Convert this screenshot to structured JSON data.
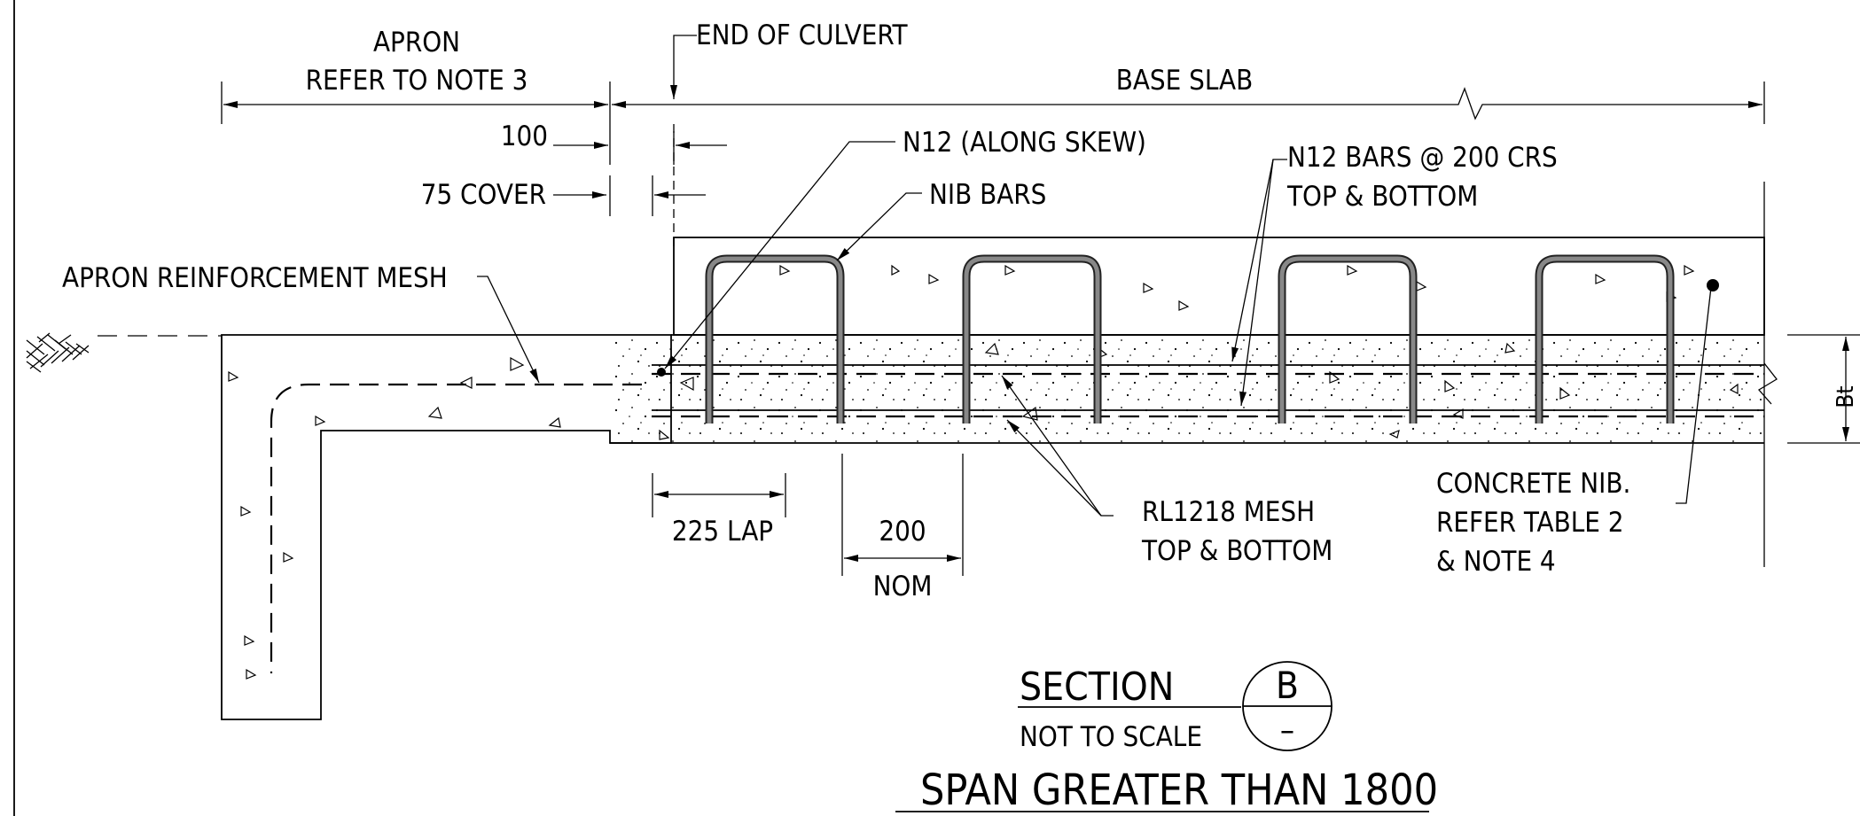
{
  "labels": {
    "apron": "APRON",
    "refer_note3": "REFER TO NOTE 3",
    "end_of_culvert": "END OF CULVERT",
    "base_slab": "BASE SLAB",
    "dim_100": "100",
    "cover_75": "75 COVER",
    "n12_skew": "N12 (ALONG SKEW)",
    "nib_bars": "NIB BARS",
    "n12_bars_1": "N12 BARS @ 200 CRS",
    "n12_bars_2": "TOP & BOTTOM",
    "apron_mesh": "APRON REINFORCEMENT MESH",
    "lap_225": "225 LAP",
    "dim_200": "200",
    "nom": "NOM",
    "rl1218_1": "RL1218 MESH",
    "rl1218_2": "TOP & BOTTOM",
    "nib_1": "CONCRETE NIB.",
    "nib_2": "REFER TABLE 2",
    "nib_3": "& NOTE 4",
    "bt": "Bt"
  },
  "title": {
    "section": "SECTION",
    "not_to_scale": "NOT TO SCALE",
    "section_letter": "B",
    "section_sheet": "–",
    "span": "SPAN GREATER THAN 1800"
  }
}
